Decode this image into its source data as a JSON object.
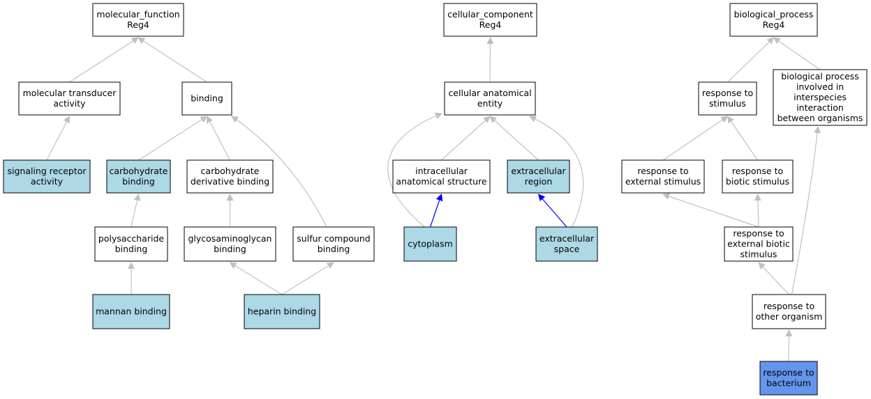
{
  "colors": {
    "background": "#ffffff",
    "node_default": "#ffffff",
    "node_highlight": "#add8e6",
    "node_focus": "#6495ed",
    "edge_default": "#c0c0c0",
    "edge_emphasis": "#0000ff"
  },
  "nodes": [
    {
      "id": "mf_root",
      "lines": [
        "molecular_function",
        "Reg4"
      ],
      "style": "default"
    },
    {
      "id": "mol_transducer",
      "lines": [
        "molecular transducer",
        "activity"
      ],
      "style": "default"
    },
    {
      "id": "binding",
      "lines": [
        "binding"
      ],
      "style": "default"
    },
    {
      "id": "signaling_receptor",
      "lines": [
        "signaling receptor",
        "activity"
      ],
      "style": "highlight"
    },
    {
      "id": "carb_binding",
      "lines": [
        "carbohydrate",
        "binding"
      ],
      "style": "highlight"
    },
    {
      "id": "carb_deriv",
      "lines": [
        "carbohydrate",
        "derivative binding"
      ],
      "style": "default"
    },
    {
      "id": "polysacch",
      "lines": [
        "polysaccharide",
        "binding"
      ],
      "style": "default"
    },
    {
      "id": "gag_binding",
      "lines": [
        "glycosaminoglycan",
        "binding"
      ],
      "style": "default"
    },
    {
      "id": "sulfur",
      "lines": [
        "sulfur compound",
        "binding"
      ],
      "style": "default"
    },
    {
      "id": "mannan",
      "lines": [
        "mannan binding"
      ],
      "style": "highlight"
    },
    {
      "id": "heparin",
      "lines": [
        "heparin binding"
      ],
      "style": "highlight"
    },
    {
      "id": "cc_root",
      "lines": [
        "cellular_component",
        "Reg4"
      ],
      "style": "default"
    },
    {
      "id": "cell_anat",
      "lines": [
        "cellular anatomical",
        "entity"
      ],
      "style": "default"
    },
    {
      "id": "intracell",
      "lines": [
        "intracellular",
        "anatomical structure"
      ],
      "style": "default"
    },
    {
      "id": "extracell_region",
      "lines": [
        "extracellular",
        "region"
      ],
      "style": "highlight"
    },
    {
      "id": "cytoplasm",
      "lines": [
        "cytoplasm"
      ],
      "style": "highlight"
    },
    {
      "id": "extracell_space",
      "lines": [
        "extracellular",
        "space"
      ],
      "style": "highlight"
    },
    {
      "id": "bp_root",
      "lines": [
        "biological_process",
        "Reg4"
      ],
      "style": "default"
    },
    {
      "id": "resp_stim",
      "lines": [
        "response to",
        "stimulus"
      ],
      "style": "default"
    },
    {
      "id": "bp_interspecies",
      "lines": [
        "biological process",
        "involved in",
        "interspecies",
        "interaction",
        "between organisms"
      ],
      "style": "default"
    },
    {
      "id": "resp_ext_stim",
      "lines": [
        "response to",
        "external stimulus"
      ],
      "style": "default"
    },
    {
      "id": "resp_biotic",
      "lines": [
        "response to",
        "biotic stimulus"
      ],
      "style": "default"
    },
    {
      "id": "resp_ext_biotic",
      "lines": [
        "response to",
        "external biotic",
        "stimulus"
      ],
      "style": "default"
    },
    {
      "id": "resp_other_org",
      "lines": [
        "response to",
        "other organism"
      ],
      "style": "default"
    },
    {
      "id": "resp_bacterium",
      "lines": [
        "response to",
        "bacterium"
      ],
      "style": "focus"
    }
  ],
  "edges": [
    {
      "from": "mol_transducer",
      "to": "mf_root",
      "style": "default"
    },
    {
      "from": "binding",
      "to": "mf_root",
      "style": "default"
    },
    {
      "from": "signaling_receptor",
      "to": "mol_transducer",
      "style": "default"
    },
    {
      "from": "carb_binding",
      "to": "binding",
      "style": "default"
    },
    {
      "from": "carb_deriv",
      "to": "binding",
      "style": "default"
    },
    {
      "from": "sulfur",
      "to": "binding",
      "style": "default"
    },
    {
      "from": "polysacch",
      "to": "carb_binding",
      "style": "default"
    },
    {
      "from": "gag_binding",
      "to": "carb_deriv",
      "style": "default"
    },
    {
      "from": "mannan",
      "to": "polysacch",
      "style": "default"
    },
    {
      "from": "heparin",
      "to": "gag_binding",
      "style": "default"
    },
    {
      "from": "heparin",
      "to": "sulfur",
      "style": "default"
    },
    {
      "from": "cell_anat",
      "to": "cc_root",
      "style": "default"
    },
    {
      "from": "intracell",
      "to": "cell_anat",
      "style": "default"
    },
    {
      "from": "extracell_region",
      "to": "cell_anat",
      "style": "default"
    },
    {
      "from": "cytoplasm",
      "to": "cell_anat",
      "style": "default"
    },
    {
      "from": "extracell_space",
      "to": "cell_anat",
      "style": "default"
    },
    {
      "from": "cytoplasm",
      "to": "intracell",
      "style": "emphasis"
    },
    {
      "from": "extracell_space",
      "to": "extracell_region",
      "style": "emphasis"
    },
    {
      "from": "resp_stim",
      "to": "bp_root",
      "style": "default"
    },
    {
      "from": "bp_interspecies",
      "to": "bp_root",
      "style": "default"
    },
    {
      "from": "resp_ext_stim",
      "to": "resp_stim",
      "style": "default"
    },
    {
      "from": "resp_biotic",
      "to": "resp_stim",
      "style": "default"
    },
    {
      "from": "resp_ext_biotic",
      "to": "resp_ext_stim",
      "style": "default"
    },
    {
      "from": "resp_ext_biotic",
      "to": "resp_biotic",
      "style": "default"
    },
    {
      "from": "resp_other_org",
      "to": "resp_ext_biotic",
      "style": "default"
    },
    {
      "from": "resp_other_org",
      "to": "bp_interspecies",
      "style": "default"
    },
    {
      "from": "resp_bacterium",
      "to": "resp_other_org",
      "style": "default"
    }
  ]
}
